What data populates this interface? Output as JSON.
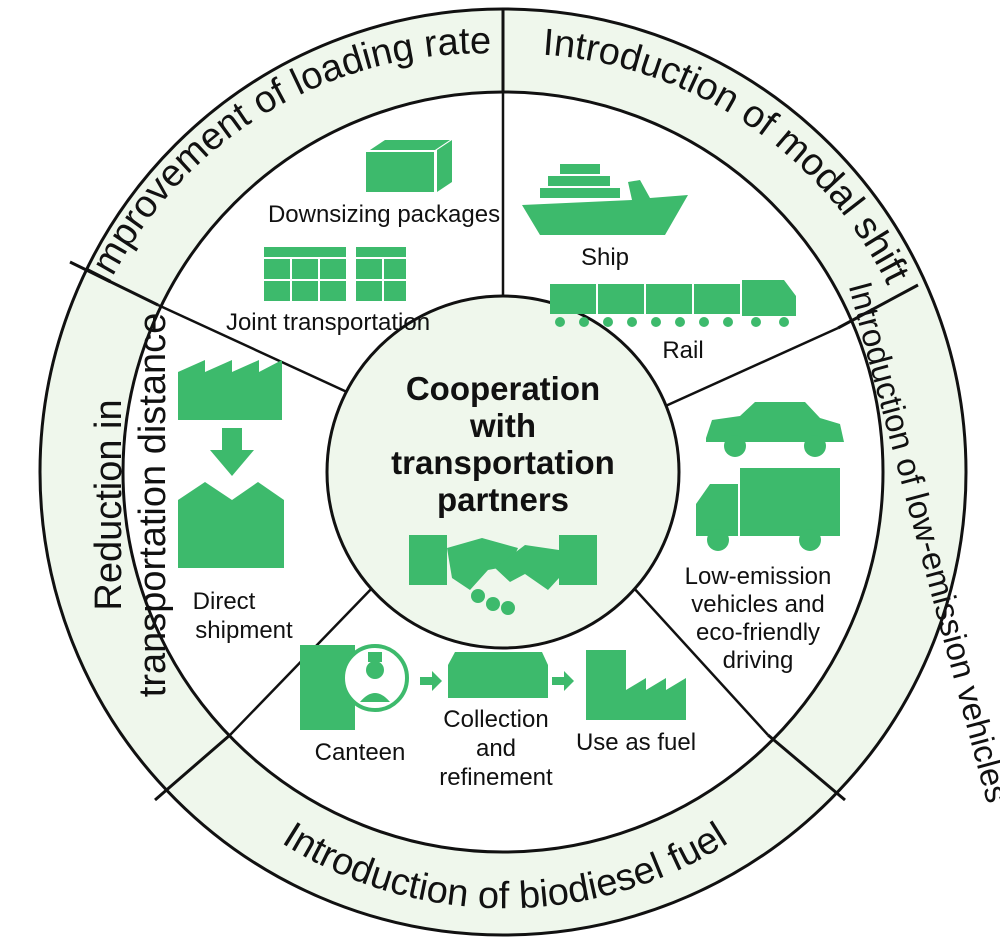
{
  "colors": {
    "green": "#3dba6c",
    "ring_fill": "#eff7ec",
    "outline": "#111111"
  },
  "center": {
    "title_lines": [
      "Cooperation",
      "with",
      "transportation",
      "partners"
    ],
    "icon": "handshake-icon"
  },
  "sections": {
    "loading_rate": {
      "title": "Improvement of loading rate",
      "items": [
        "Downsizing packages",
        "Joint transportation"
      ],
      "icons": [
        "package-box-icon",
        "stacked-boxes-icon"
      ]
    },
    "modal_shift": {
      "title": "Introduction of modal shift",
      "items": [
        "Ship",
        "Rail"
      ],
      "icons": [
        "cargo-ship-icon",
        "freight-train-icon"
      ]
    },
    "low_emission": {
      "title": "Introduction of low-emission vehicles",
      "item_lines": [
        "Low-emission",
        "vehicles and",
        "eco-friendly",
        "driving"
      ],
      "icons": [
        "car-icon",
        "truck-icon"
      ]
    },
    "biodiesel": {
      "title": "Introduction of biodiesel fuel",
      "canteen": "Canteen",
      "collection_lines": [
        "Collection",
        "and",
        "refinement"
      ],
      "fuel": "Use as fuel",
      "icons": [
        "canteen-building-icon",
        "chef-icon",
        "refinery-icon",
        "factory-fuel-icon"
      ]
    },
    "distance": {
      "title_lines": [
        "Reduction in",
        "transportation distance"
      ],
      "item_lines": [
        "Direct",
        "shipment"
      ],
      "icons": [
        "factory-icon",
        "down-arrow-icon",
        "houses-icon"
      ]
    }
  }
}
